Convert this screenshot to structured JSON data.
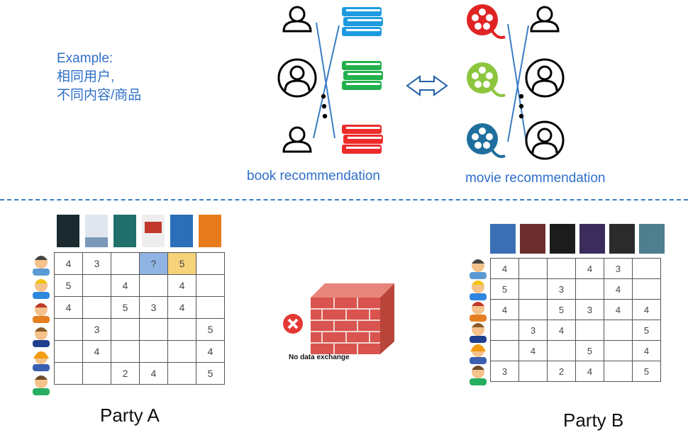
{
  "example": {
    "line1": "Example:",
    "line2": "相同用户,",
    "line3": "不同内容/商品"
  },
  "captions": {
    "book": "book recommendation",
    "movie": "movie recommendation",
    "firewall": "No data exchange"
  },
  "party_a": {
    "label": "Party A",
    "rows": [
      [
        "4",
        "3",
        "",
        "?",
        "5",
        ""
      ],
      [
        "5",
        "",
        "4",
        "",
        "4",
        ""
      ],
      [
        "4",
        "",
        "5",
        "3",
        "4",
        ""
      ],
      [
        "",
        "3",
        "",
        "",
        "",
        "5"
      ],
      [
        "",
        "4",
        "",
        "",
        "",
        "4"
      ],
      [
        "",
        "",
        "2",
        "4",
        "",
        "5"
      ]
    ]
  },
  "party_b": {
    "label": "Party B",
    "rows": [
      [
        "4",
        "",
        "",
        "4",
        "3",
        ""
      ],
      [
        "5",
        "",
        "3",
        "",
        "4",
        ""
      ],
      [
        "4",
        "",
        "5",
        "3",
        "4",
        "4"
      ],
      [
        "",
        "3",
        "4",
        "",
        "",
        "5"
      ],
      [
        "",
        "4",
        "",
        "5",
        "",
        "4"
      ],
      [
        "3",
        "",
        "2",
        "4",
        "",
        "5"
      ]
    ]
  },
  "colors": {
    "accent": "#2f6fc9",
    "highlight_blue": "#8fb4e3",
    "highlight_yellow": "#f6d27a",
    "book_blue": "#1e9be0",
    "book_green": "#22b14c",
    "book_red": "#ee2b2b",
    "reel_red": "#e02424",
    "reel_green": "#8cc63f",
    "reel_blue": "#1f6f9e",
    "brick": "#d9534f"
  }
}
